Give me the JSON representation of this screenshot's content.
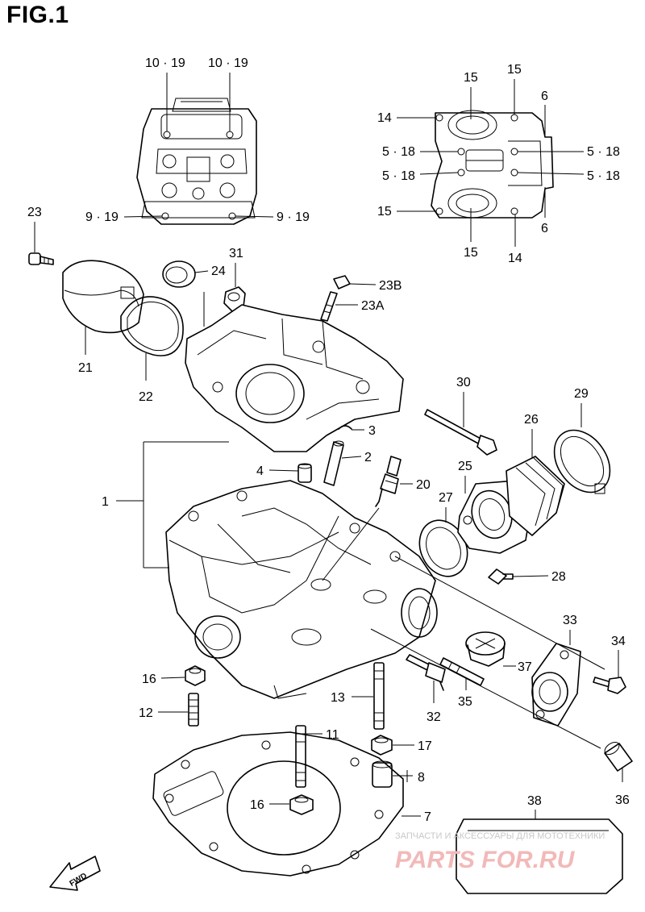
{
  "figure": {
    "title": "FIG.1"
  },
  "callouts": {
    "p1": "1",
    "p2": "2",
    "p3": "3",
    "p4": "4",
    "p5_18_a": "5 · 18",
    "p5_18_b": "5 · 18",
    "p5_18_c": "5 · 18",
    "p5_18_d": "5 · 18",
    "p6_a": "6",
    "p6_b": "6",
    "p7": "7",
    "p8": "8",
    "p9_19_a": "9 · 19",
    "p9_19_b": "9 · 19",
    "p10_19_a": "10 · 19",
    "p10_19_b": "10 · 19",
    "p11": "11",
    "p12": "12",
    "p13": "13",
    "p14_a": "14",
    "p14_b": "14",
    "p15_a": "15",
    "p15_b": "15",
    "p15_c": "15",
    "p15_d": "15",
    "p16_a": "16",
    "p16_b": "16",
    "p17": "17",
    "p20": "20",
    "p21": "21",
    "p22": "22",
    "p23": "23",
    "p23A": "23A",
    "p23B": "23B",
    "p24": "24",
    "p25": "25",
    "p26": "26",
    "p27": "27",
    "p28": "28",
    "p29": "29",
    "p30": "30",
    "p31": "31",
    "p32": "32",
    "p33": "33",
    "p34": "34",
    "p35": "35",
    "p36": "36",
    "p37": "37",
    "p38": "38"
  },
  "direction_marker": {
    "label": "FWD"
  },
  "watermark": {
    "caption": "ЗАПЧАСТИ И АКСЕССУАРЫ ДЛЯ МОТОТЕХНИКИ",
    "logo": "PARTS FOR.RU",
    "logo_color": "#f2b9b9",
    "caption_color": "#c8c8c8"
  }
}
